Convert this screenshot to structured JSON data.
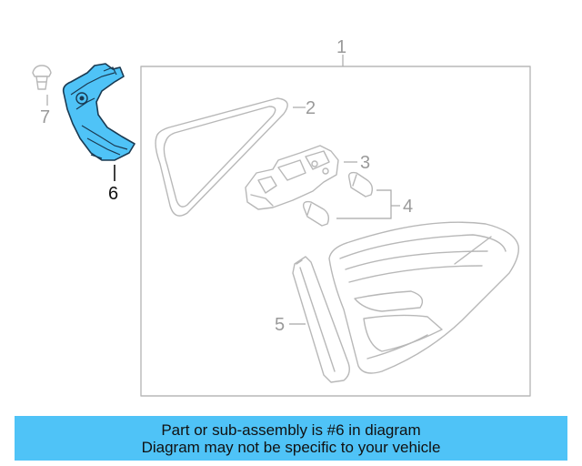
{
  "diagram": {
    "callouts": {
      "c1": "1",
      "c2": "2",
      "c3": "3",
      "c4": "4",
      "c5": "5",
      "c6": "6",
      "c7": "7"
    },
    "highlight_color": "#4fc3f7",
    "highlighted_part": "6"
  },
  "banner": {
    "line1": "Part or sub-assembly is #6 in diagram",
    "line2": "Diagram may not be specific to your vehicle",
    "background": "#4fc3f7"
  }
}
